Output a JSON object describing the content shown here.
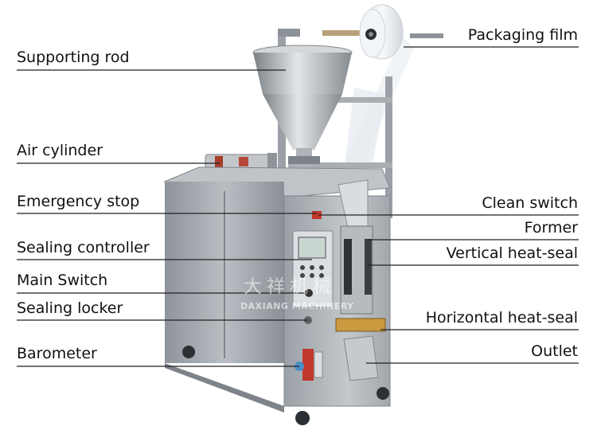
{
  "labels": {
    "left": [
      "Supporting rod",
      "Air cylinder",
      "Emergency stop",
      "Sealing controller",
      "Main Switch",
      "Sealing locker",
      "Barometer"
    ],
    "right": [
      "Packaging film",
      "Clean switch",
      "Former",
      "Vertical heat-seal",
      "Horizontal heat-seal",
      "Outlet"
    ]
  },
  "watermark": {
    "cn": "大祥机械",
    "en": "DAXIANG MACHINERY"
  },
  "colors": {
    "line": "#222222",
    "steel": "#a3a8ad",
    "steel_dark": "#6f757b",
    "panel": "#cfd3d6"
  }
}
